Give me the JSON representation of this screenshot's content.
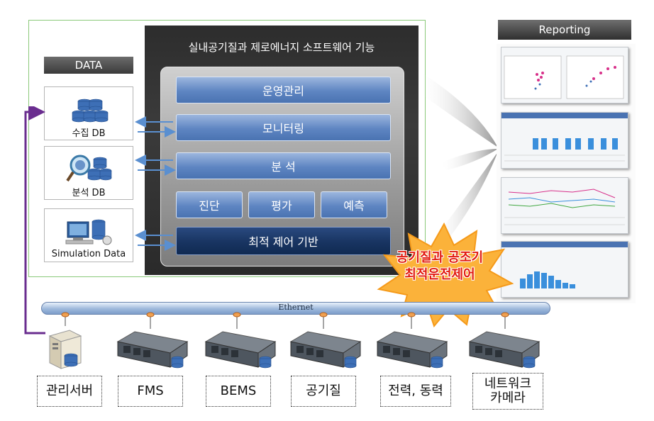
{
  "panel_title": "실내공기질과 제로에너지 소프트웨어 기능",
  "functions": {
    "operation": "운영관리",
    "monitoring": "모니터링",
    "analysis": "분     석",
    "diagnosis": "진단",
    "evaluation": "평가",
    "prediction": "예측",
    "optimal_control": "최적 제어 기반"
  },
  "data_section": {
    "label": "DATA",
    "items": [
      {
        "label": "수집 DB"
      },
      {
        "label": "분석 DB"
      },
      {
        "label": "Simulation Data"
      }
    ]
  },
  "reporting": {
    "label": "Reporting"
  },
  "burst": {
    "line1": "공기질과 공조기",
    "line2": "최적운전제어"
  },
  "network": {
    "bus_label": "Ethernet",
    "nodes": [
      {
        "label": "관리서버"
      },
      {
        "label": "FMS"
      },
      {
        "label": "BEMS"
      },
      {
        "label": "공기질"
      },
      {
        "label": "전력, 동력"
      },
      {
        "label1": "네트워크",
        "label2": "카메라"
      }
    ]
  },
  "colors": {
    "accent_blue": "#5e85c2",
    "dark_blue": "#183461",
    "burst_red": "#e21b10",
    "burst_yellow": "#fbb23a",
    "connector_purple": "#6a2d8f",
    "frame_green": "#8bc97a"
  }
}
